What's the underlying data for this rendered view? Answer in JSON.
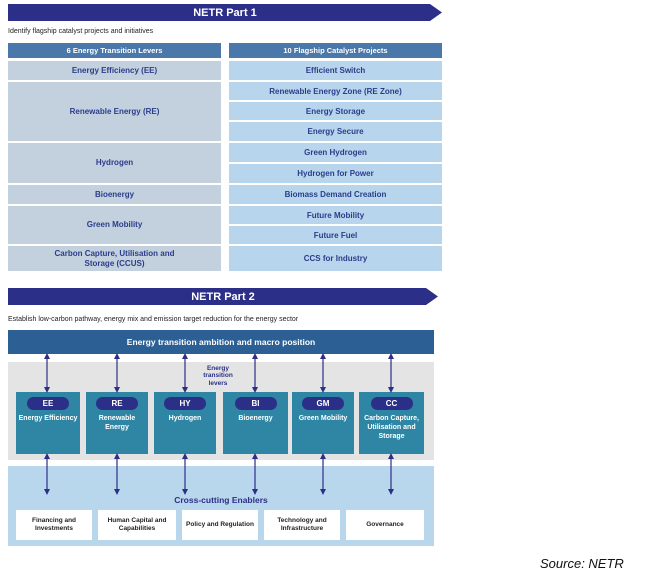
{
  "part1": {
    "title": "NETR Part 1",
    "subtitle": "Identify flagship catalyst projects and initiatives",
    "levers_header": "6 Energy Transition Levers",
    "projects_header": "10 Flagship Catalyst Projects",
    "levers": [
      "Energy Efficiency (EE)",
      "Renewable Energy (RE)",
      "Hydrogen",
      "Bioenergy",
      "Green Mobility",
      "Carbon Capture, Utilisation and Storage (CCUS)"
    ],
    "projects": [
      "Efficient Switch",
      "Renewable Energy Zone (RE Zone)",
      "Energy Storage",
      "Energy Secure",
      "Green Hydrogen",
      "Hydrogen for Power",
      "Biomass Demand Creation",
      "Future Mobility",
      "Future Fuel",
      "CCS for Industry"
    ]
  },
  "part2": {
    "title": "NETR Part 2",
    "subtitle": "Establish low-carbon pathway, energy mix and emission target reduction for the energy sector",
    "top_bar": "Energy transition ambition and macro position",
    "levers_caption": "Energy transition levers",
    "levers": [
      {
        "code": "EE",
        "name": "Energy Efficiency"
      },
      {
        "code": "RE",
        "name": "Renewable Energy"
      },
      {
        "code": "HY",
        "name": "Hydrogen"
      },
      {
        "code": "BI",
        "name": "Bioenergy"
      },
      {
        "code": "GM",
        "name": "Green Mobility"
      },
      {
        "code": "CC",
        "name": "Carbon Capture, Utilisation and Storage"
      }
    ],
    "enablers_title": "Cross-cutting Enablers",
    "enablers": [
      "Financing and Investments",
      "Human Capital and Capabilities",
      "Policy and Regulation",
      "Technology and Infrastructure",
      "Governance"
    ]
  },
  "source": "Source: NETR",
  "colors": {
    "navy": "#2c2f87",
    "header_blue": "#4a78ab",
    "lever_grey": "#c3d0de",
    "project_blue": "#b7d5ec",
    "teal": "#2e86a4"
  }
}
